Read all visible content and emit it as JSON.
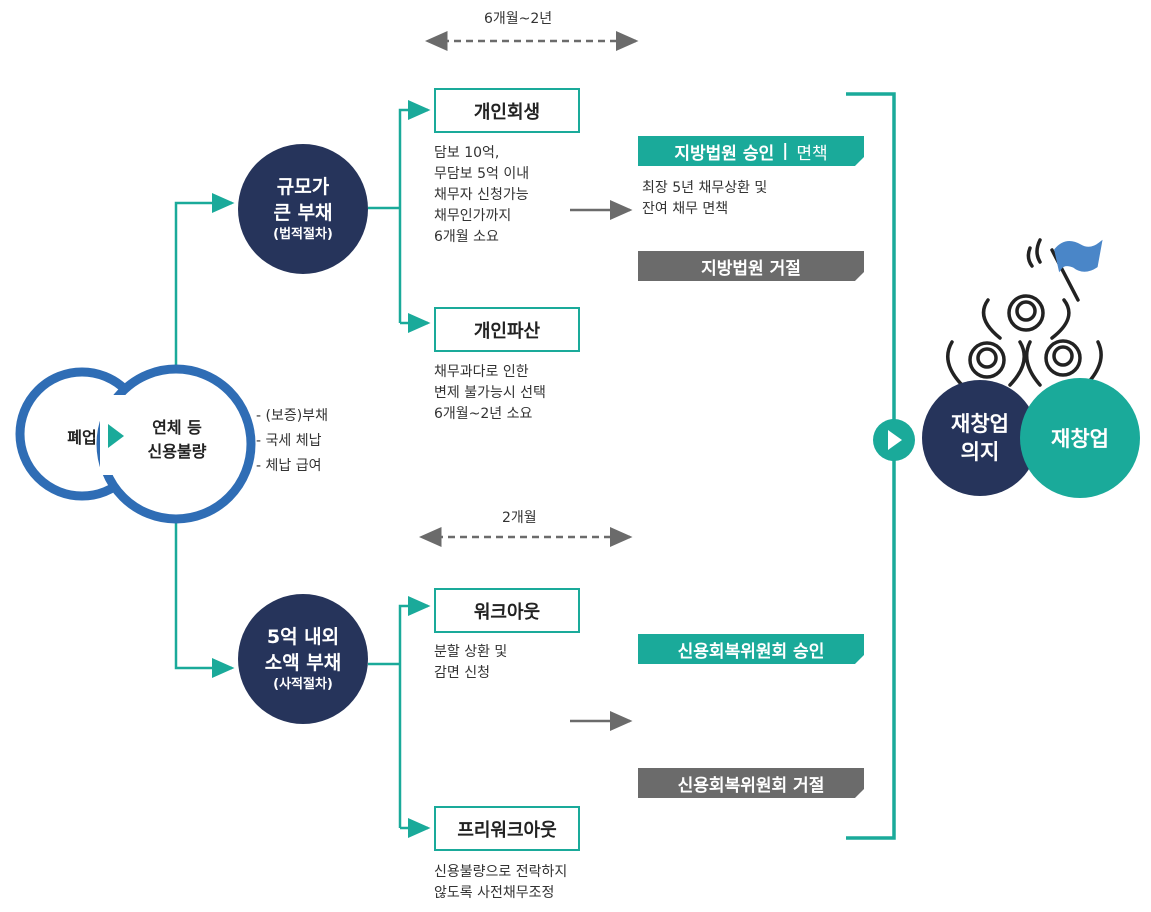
{
  "left": {
    "closure": "폐업",
    "default_l1": "연체 등",
    "default_l2": "신용불량",
    "bullets": [
      "- (보증)부채",
      "- 국세 체납",
      "- 체납 급여"
    ]
  },
  "large_debt": {
    "l1": "규모가",
    "l2": "큰 부채",
    "sub": "(법적절차)"
  },
  "small_debt": {
    "l1": "5억 내외",
    "l2": "소액 부채",
    "sub": "(사적절차)"
  },
  "durations": {
    "top": "6개월~2년",
    "bottom": "2개월"
  },
  "rehab": {
    "title": "개인회생",
    "desc": [
      "담보 10억,",
      "무담보 5억 이내",
      "채무자 신청가능",
      "채무인가까지",
      "6개월 소요"
    ]
  },
  "bankruptcy": {
    "title": "개인파산",
    "desc": [
      "채무과다로 인한",
      "변제 불가능시 선택",
      "6개월~2년 소요"
    ]
  },
  "workout": {
    "title": "워크아웃",
    "desc": [
      "분할 상환 및",
      "감면 신청"
    ]
  },
  "preworkout": {
    "title": "프리워크아웃",
    "desc": [
      "신용불량으로 전락하지",
      "않도록 사전채무조정"
    ]
  },
  "court": {
    "approve_main": "지방법원 승인",
    "approve_sep": "|",
    "approve_sub": "면책",
    "approve_desc": [
      "최장 5년 채무상환 및",
      "잔여 채무 면책"
    ],
    "reject": "지방법원 거절"
  },
  "credit": {
    "approve": "신용회복위원회 승인",
    "reject": "신용회복위원회 거절"
  },
  "restart": {
    "will_l1": "재창업",
    "will_l2": "의지",
    "restart": "재창업"
  },
  "colors": {
    "teal": "#1aaa9a",
    "navy": "#26345b",
    "blue": "#2f6db5",
    "gray": "#6b6b6b"
  }
}
